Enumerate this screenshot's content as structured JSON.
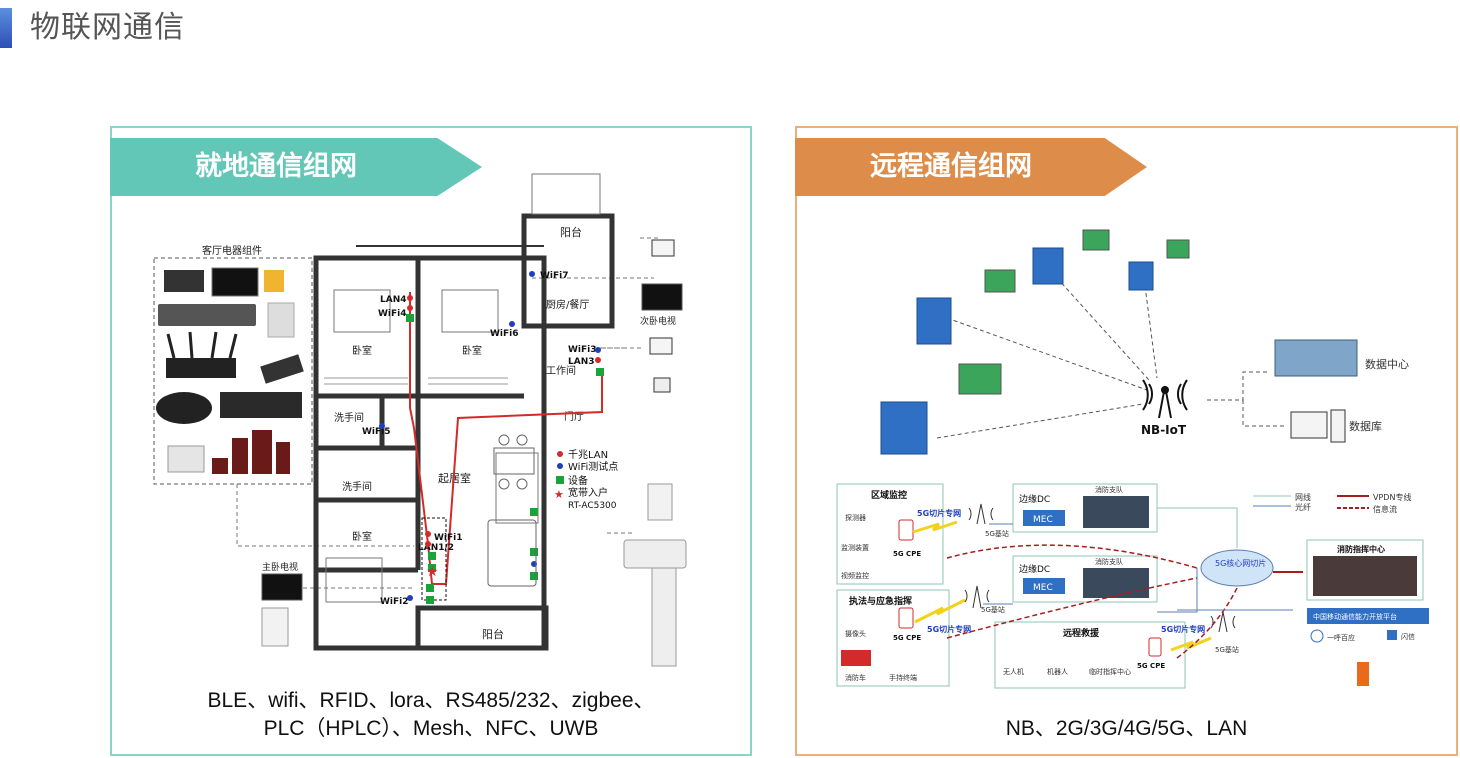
{
  "page": {
    "title": "物联网通信"
  },
  "colors": {
    "local_accent": "#62c7b7",
    "remote_accent": "#dd8d49",
    "lan_line": "#d42a2a",
    "wifi_dot": "#1f3fbf",
    "device": "#1aa33a"
  },
  "local": {
    "title": "就地通信组网",
    "caption_line1": "BLE、wifi、RFID、lora、RS485/232、zigbee、",
    "caption_line2": "PLC（HPLC）、Mesh、NFC、UWB",
    "group_label": "客厅电器组件",
    "rooms": {
      "balcony_top": "阳台",
      "kitchen": "厨房/餐厅",
      "bedroom1": "卧室",
      "bedroom2": "卧室",
      "workroom": "工作间",
      "door": "门厅",
      "bath1": "洗手间",
      "bath2": "洗手间",
      "living": "起居室",
      "bedroom3": "卧室",
      "balcony_bottom": "阳台"
    },
    "labels": {
      "second_tv": "次卧电视",
      "master_tv": "主卧电视",
      "wifi7": "WiFi7",
      "lan4": "LAN4",
      "wifi4": "WiFi4",
      "wifi6": "WiFi6",
      "wifi3": "WiFi3",
      "lan3": "LAN3",
      "wifi5": "WiFi5",
      "wifi1": "WiFi1",
      "lan12": "LAN1/2",
      "wifi2": "WiFi2"
    },
    "legend": {
      "lan": "千兆LAN",
      "wifi": "WiFi测试点",
      "device": "设备",
      "entry": "宽带入户",
      "entry_model": "RT-AC5300"
    }
  },
  "remote": {
    "title": "远程通信组网",
    "caption": "NB、2G/3G/4G/5G、LAN",
    "nbiot": "NB-IoT",
    "datacenter": "数据中心",
    "database": "数据库",
    "region": {
      "title": "区域监控",
      "items": [
        "探测器",
        "监测装置",
        "视频监控"
      ],
      "cpe": "5G CPE"
    },
    "enforcement": {
      "title": "执法与应急指挥",
      "items": [
        "摄像头",
        "消防车",
        "手持终端"
      ],
      "cpe": "5G CPE"
    },
    "rescue": {
      "title": "远程救援",
      "items": [
        "无人机",
        "机器人",
        "临时指挥中心"
      ],
      "cpe": "5G CPE"
    },
    "slice1": "5G切片专网",
    "slice2": "5G切片专网",
    "slice3": "5G切片专网",
    "station": "5G基站",
    "edge": "边缘DC",
    "mec": "MEC",
    "fire_team": "消防支队",
    "core": "5G核心网切片",
    "command": "消防指挥中心",
    "platform": "中国移动通信能力开放平台",
    "call": "一呼百应",
    "flash": "闪信",
    "legend": {
      "net": "网线",
      "fiber": "光纤",
      "vpdn": "VPDN专线",
      "info": "信息流"
    }
  }
}
